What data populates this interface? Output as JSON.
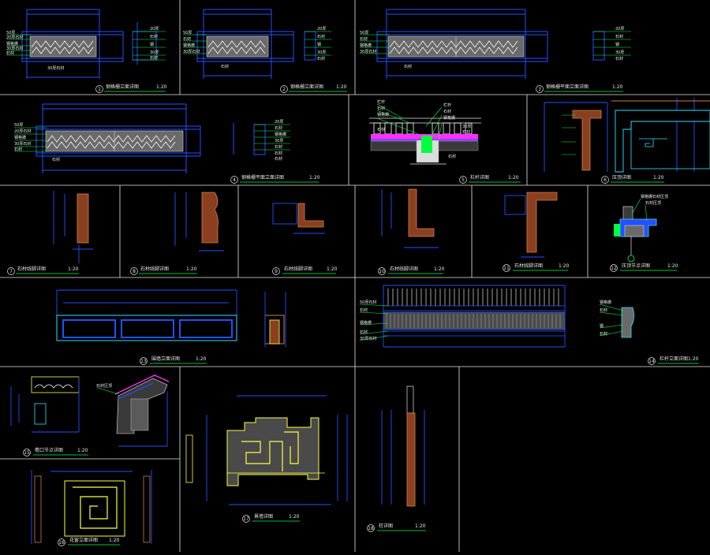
{
  "panel_titles": [
    {
      "num": "1",
      "title": "钢格栅立面详图",
      "scale": "1:20"
    },
    {
      "num": "2",
      "title": "钢格栅立面详图",
      "scale": "1:20"
    },
    {
      "num": "3",
      "title": "钢格栅平面立面详图",
      "scale": "1:20"
    },
    {
      "num": "4",
      "title": "钢格栅平面立面详图",
      "scale": "1:20"
    },
    {
      "num": "5",
      "title": "栏杆详图",
      "scale": "1:20"
    },
    {
      "num": "6",
      "title": "压顶详图",
      "scale": "1:20"
    },
    {
      "num": "7",
      "title": "石材线脚详图",
      "scale": "1:20"
    },
    {
      "num": "8",
      "title": "石材线脚详图",
      "scale": "1:20"
    },
    {
      "num": "9",
      "title": "石材线脚详图",
      "scale": "1:20"
    },
    {
      "num": "10",
      "title": "石材线脚详图",
      "scale": "1:20"
    },
    {
      "num": "11",
      "title": "石材线脚详图",
      "scale": "1:20"
    },
    {
      "num": "12",
      "title": "压顶节点详图",
      "scale": "1:20"
    },
    {
      "num": "13",
      "title": "围墙立面详图",
      "scale": "1:20"
    },
    {
      "num": "14",
      "title": "栏杆立面详图",
      "scale": "1:20"
    },
    {
      "num": "15",
      "title": "檐口节点详图",
      "scale": "1:20"
    },
    {
      "num": "16",
      "title": "花窗立面详图",
      "scale": "1:20"
    },
    {
      "num": "17",
      "title": "景墙详图",
      "scale": "1:20"
    },
    {
      "num": "18",
      "title": "柱详图",
      "scale": "1:20"
    }
  ],
  "panel1_labels": [
    "50厚",
    "20厚石材",
    "钢格栅",
    "30厚石材",
    "石材",
    "30厚石材"
  ],
  "panel1_side_labels": [
    "20厚",
    "石材",
    "钢",
    "30厚",
    "石材"
  ],
  "panel2_labels": [
    "50厚",
    "石材",
    "钢格栅",
    "30厚石材",
    "石材"
  ],
  "panel2_side_labels": [
    "20厚",
    "石材",
    "钢",
    "30厚",
    "石材"
  ],
  "panel3_labels": [
    "50厚",
    "石材",
    "钢格栅",
    "30厚石材",
    "石材"
  ],
  "panel3_side_labels": [
    "20厚",
    "石材",
    "钢",
    "30厚",
    "石材"
  ],
  "panel4_labels": [
    "50厚",
    "20厚石材",
    "钢格栅",
    "30厚石材",
    "石材",
    "石材"
  ],
  "panel4_side_labels": [
    "20厚",
    "石材",
    "钢格栅",
    "30厚",
    "石材",
    "石材",
    "石材"
  ],
  "panel5_labels": [
    "栏杆",
    "石材",
    "钢格栅",
    "石材"
  ],
  "panel5_right_labels": [
    "栏杆",
    "石材",
    "钢格栅",
    "30厚",
    "石材",
    "石材"
  ],
  "panel12_labels": [
    "钢格栅石材压顶",
    "石材压顶"
  ],
  "panel14_left_labels": [
    "50厚石材",
    "石材",
    "钢格栅",
    "石材",
    "30厚石材"
  ],
  "panel14_side_labels": [
    "钢格栅",
    "石材",
    "钢",
    "石材"
  ],
  "panel15_labels": [
    "石材压顶"
  ],
  "colors": {
    "background": "#000000",
    "frame": "#e6e6e6",
    "blue": "#2450ff",
    "cyan": "#30e0ff",
    "green": "#00ff40",
    "yellow": "#ffff40",
    "orange": "#d08040",
    "magenta": "#ff30ff",
    "grey": "#9a9a9a"
  }
}
